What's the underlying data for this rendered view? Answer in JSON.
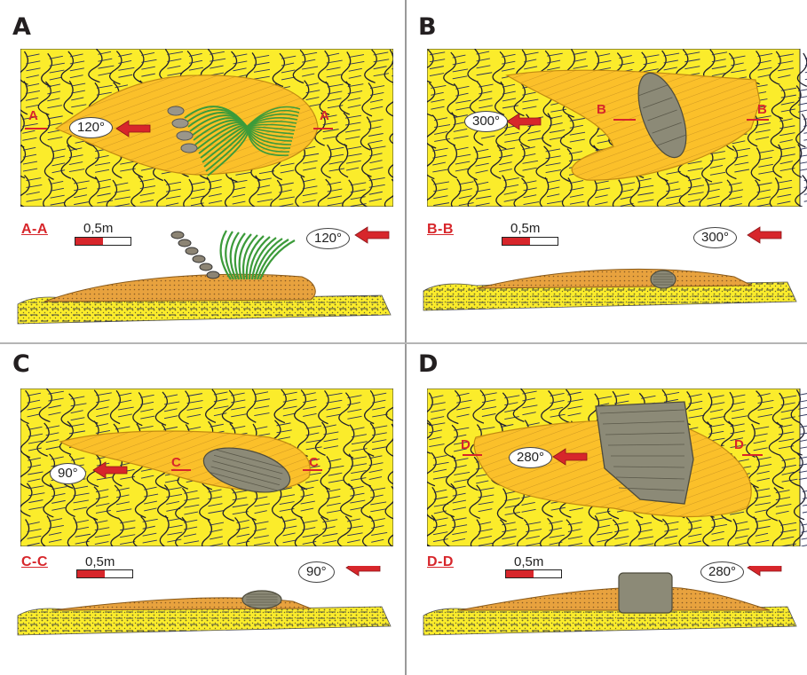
{
  "panels": [
    {
      "letter": "A",
      "section_label": "A-A",
      "scale": "0,5m",
      "angle": "120°",
      "mark": "A"
    },
    {
      "letter": "B",
      "section_label": "B-B",
      "scale": "0,5m",
      "angle": "300°",
      "mark": "B"
    },
    {
      "letter": "C",
      "section_label": "C-C",
      "scale": "0,5m",
      "angle": "90°",
      "mark": "C"
    },
    {
      "letter": "D",
      "section_label": "D-D",
      "scale": "0,5m",
      "angle": "280°",
      "mark": "D"
    }
  ],
  "colors": {
    "sand_yellow": "#fbec2b",
    "mound_orange": "#fbc02a",
    "section_orange": "#e8a23e",
    "arrow_red": "#d7262b",
    "boulder_gray": "#8c8a77",
    "plant_green": "#3c9b3a",
    "ripple_line": "#1f1f2e"
  }
}
